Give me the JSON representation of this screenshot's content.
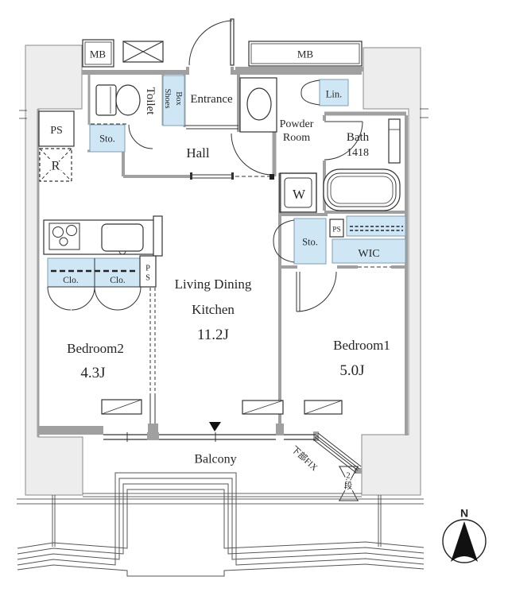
{
  "title": "Apartment floor plan",
  "colors": {
    "blue_fill": "#cfe7f5",
    "blue_border": "#7d9cb5",
    "wall": "#a0a0a0",
    "exterior_fill": "#ededed",
    "exterior_border": "#8a8a8a",
    "line": "#333333",
    "text": "#262626"
  },
  "labels": {
    "mb_left": "MB",
    "mb_right": "MB",
    "toilet": "Toilet",
    "shoes_box_line1": "Shoes",
    "shoes_box_line2": "Box",
    "entrance": "Entrance",
    "linen": "Lin.",
    "powder_line1": "Powder",
    "powder_line2": "Room",
    "ps_upper_left": "PS",
    "refrigerator": "R",
    "storage_hall": "Sto.",
    "hall": "Hall",
    "bath": "Bath",
    "bath_size": "1418",
    "washer": "W",
    "storage_bath": "Sto.",
    "ps_bath": "PS",
    "wic": "WIC",
    "ldk_line1": "Living Dining",
    "ldk_line2": "Kitchen",
    "ldk_size": "11.2J",
    "closet_left": "Clo.",
    "closet_right": "Clo.",
    "ps_mid_p": "P",
    "ps_mid_s": "S",
    "bedroom2": "Bedroom2",
    "bedroom2_size": "4.3J",
    "bedroom1": "Bedroom1",
    "bedroom1_size": "5.0J",
    "balcony": "Balcony",
    "lower_fix": "下部FIX",
    "step_upper": "2",
    "step_lower": "段",
    "compass_north": "N"
  }
}
